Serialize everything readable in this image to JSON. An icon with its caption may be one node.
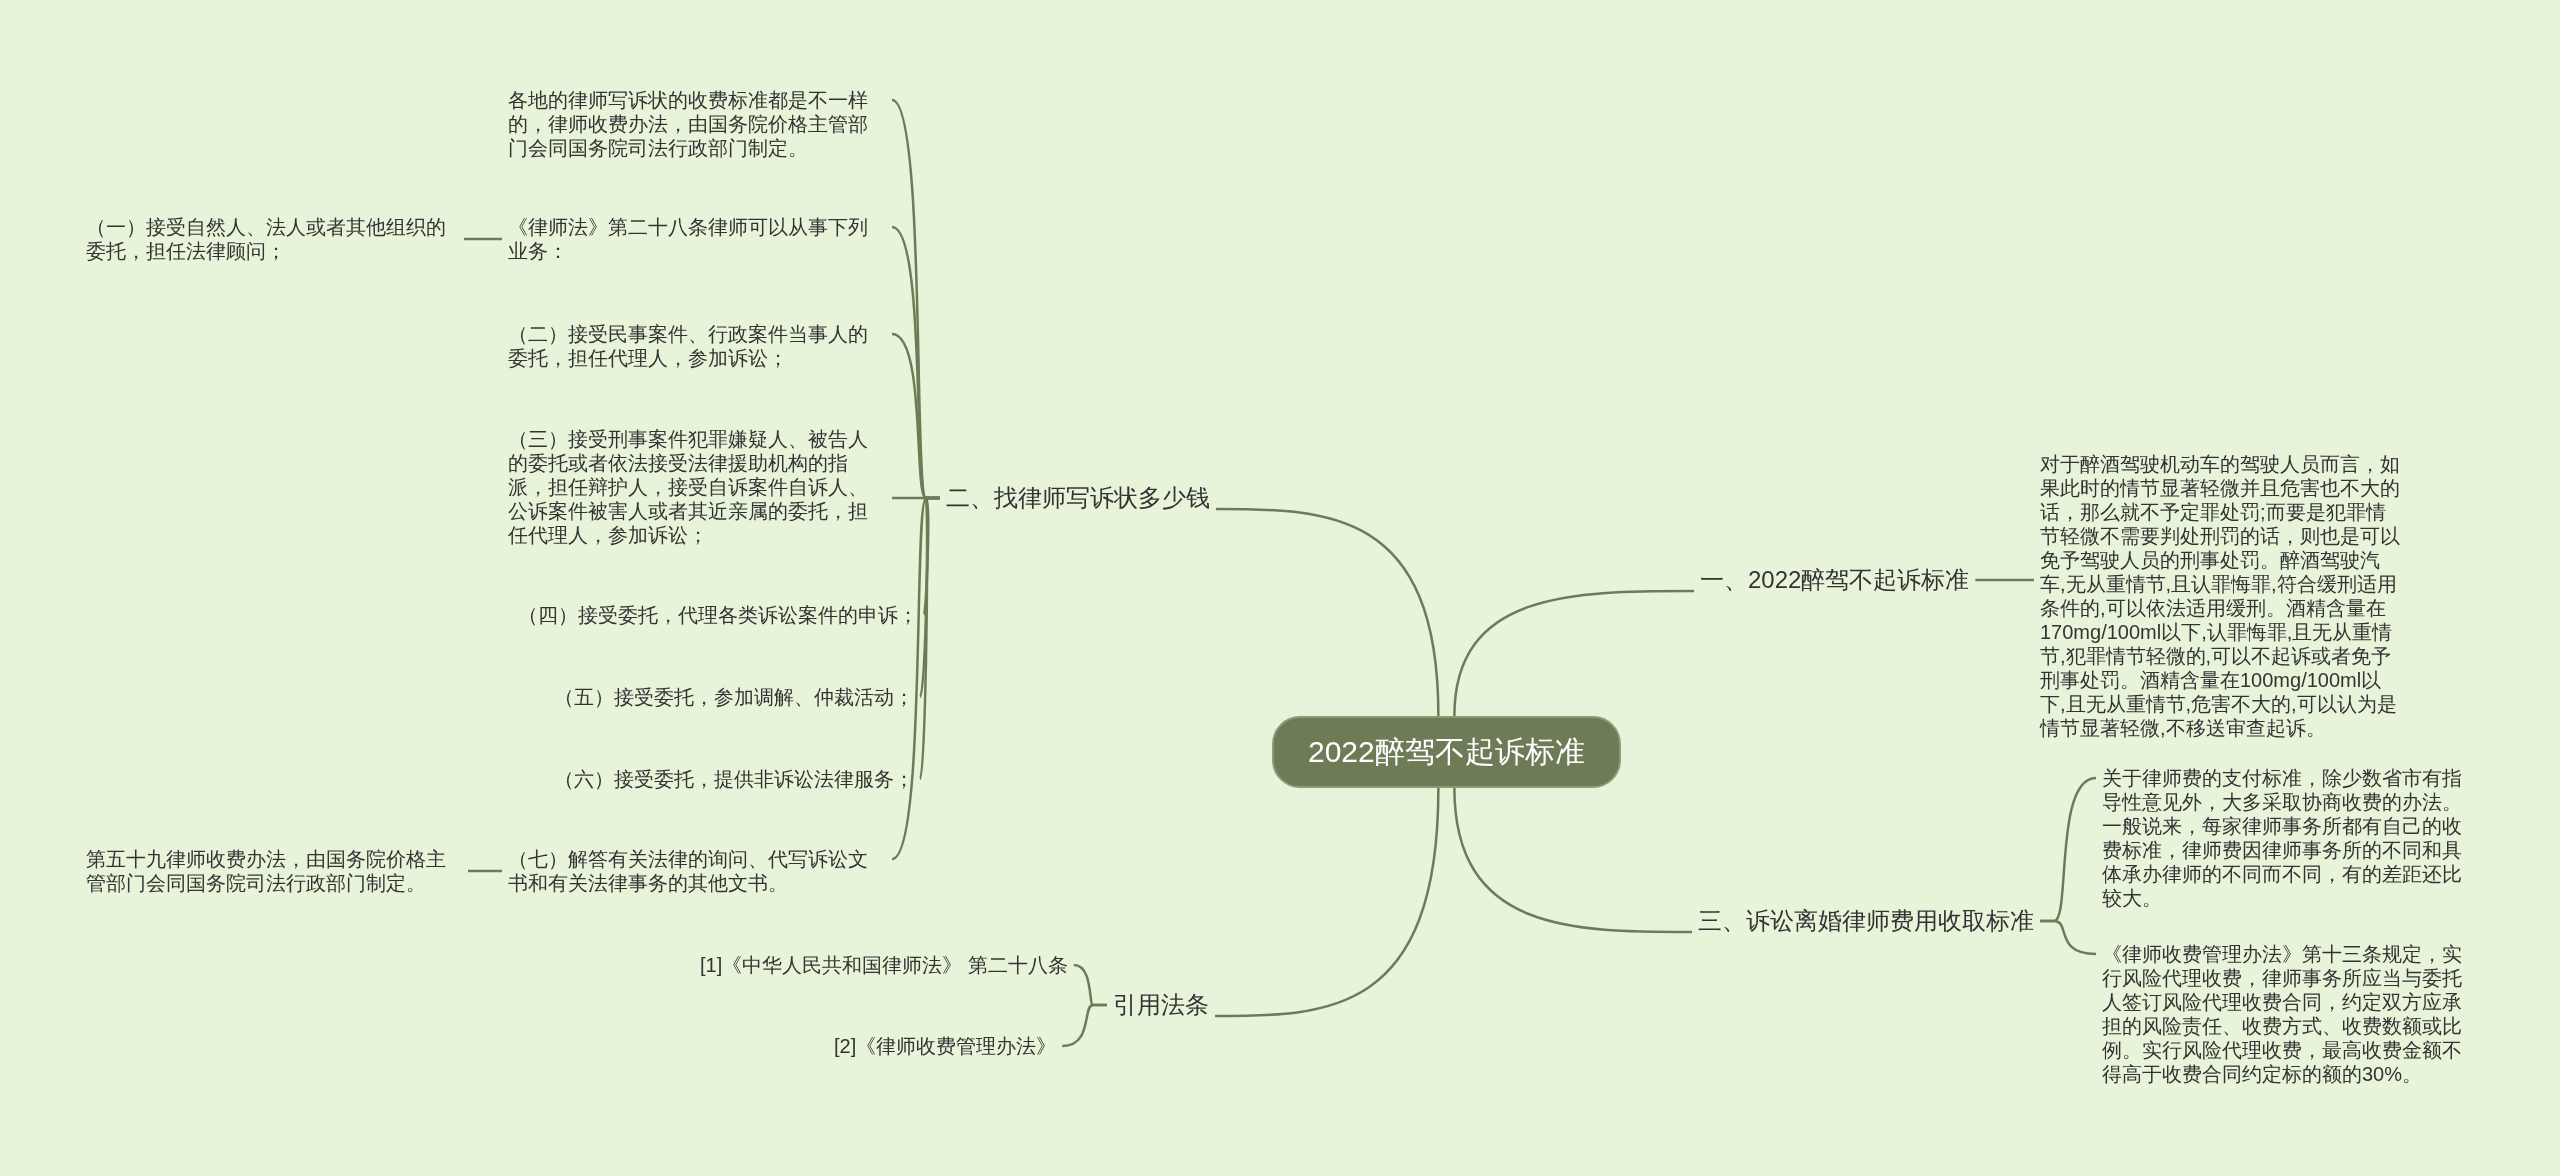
{
  "diagram": {
    "nodes": [
      {
        "text": [
          "2022醉驾不起诉标准"
        ]
      },
      {
        "text": [
          "一、2022醉驾不起诉标准"
        ]
      },
      {
        "text": [
          "对于醉酒驾驶机动车的驾驶人员而言，如果此时的情节显著轻微并且危害也不大的话，那么就不予定罪处罚;而要是犯罪情节轻微不需要判处刑罚的话，则也是可以免予驾驶人员的刑事处罚。醉酒驾驶汽车,无从重情节,且认罪悔罪,符合缓刑适用条件的,可以依法适用缓刑。酒精含量在170mg/100ml以下,认罪悔罪,且无从重情节,犯罪情节轻微的,可以不起诉或者免予刑事处罚。酒精含量在100mg/100ml以下,且无从重情节,危害不大的,可以认为是情节显著轻微,不移送审查起诉。"
        ]
      },
      {
        "text": [
          "二、找律师写诉状多少钱"
        ]
      },
      {
        "text": [
          " 各地的律师写诉状的收费标准都是不一样的，律师收费办法，由国务院价格主管部门会同国务院司法行政部门制定。"
        ]
      },
      {
        "text": [
          "《律师法》第二十八条律师可以从事下列业务："
        ]
      },
      {
        "text": [
          "（一）接受自然人、法人或者其他组织的委托，担任法律顾问；"
        ]
      },
      {
        "text": [
          "（二）接受民事案件、行政案件当事人的委托，担任代理人，参加诉讼；"
        ]
      },
      {
        "text": [
          "（三）接受刑事案件犯罪嫌疑人、被告人的委托或者依法接受法律援助机构的指派，担任辩护人，接受自诉案件自诉人、公诉案件被害人或者其近亲属的委托，担任代理人，参加诉讼；"
        ]
      },
      {
        "text": [
          "（四）接受委托，代理各类诉讼案件的申诉；"
        ]
      },
      {
        "text": [
          "（五）接受委托，参加调解、仲裁活动；"
        ]
      },
      {
        "text": [
          "（六）接受委托，提供非诉讼法律服务；"
        ]
      },
      {
        "text": [
          "（七）解答有关法律的询问、代写诉讼文书和有关法律事务的其他文书。"
        ]
      },
      {
        "text": [
          "第五十九律师收费办法，由国务院价格主管部门会同国务院司法行政部门制定。"
        ]
      },
      {
        "text": [
          "三、诉讼离婚律师费用收取标准"
        ]
      },
      {
        "text": [
          "关于律师费的支付标准，除少数省市有指导性意见外，大多采取协商收费的办法。一般说来，每家律师事务所都有自己的收费标准，律师费因律师事务所的不同和具体承办律师的不同而不同，有的差距还比较大。"
        ]
      },
      {
        "text": [
          "《律师收费管理办法》第十三条规定，实行风险代理收费，律师事务所应当与委托人签订风险代理收费合同，约定双方应承担的风险责任、收费方式、收费数额或比例。实行风险代理收费，最高收费金额不得高于收费合同约定标的额的30%。"
        ]
      },
      {
        "text": [
          "引用法条"
        ]
      },
      {
        "text": [
          "[1]《中华人民共和国律师法》 第二十八条"
        ]
      },
      {
        "text": [
          "[2]《律师收费管理办法》"
        ]
      }
    ],
    "edges": [
      {
        "from": 0,
        "to": 1,
        "arrow": "none"
      },
      {
        "from": 1,
        "to": 2,
        "arrow": "none"
      },
      {
        "from": 0,
        "to": 3,
        "arrow": "none"
      },
      {
        "from": 3,
        "to": 4,
        "arrow": "none"
      },
      {
        "from": 3,
        "to": 5,
        "arrow": "none"
      },
      {
        "from": 5,
        "to": 6,
        "arrow": "none"
      },
      {
        "from": 3,
        "to": 7,
        "arrow": "none"
      },
      {
        "from": 3,
        "to": 8,
        "arrow": "none"
      },
      {
        "from": 3,
        "to": 9,
        "arrow": "none"
      },
      {
        "from": 3,
        "to": 10,
        "arrow": "none"
      },
      {
        "from": 3,
        "to": 11,
        "arrow": "none"
      },
      {
        "from": 3,
        "to": 12,
        "arrow": "none"
      },
      {
        "from": 12,
        "to": 13,
        "arrow": "none"
      },
      {
        "from": 0,
        "to": 14,
        "arrow": "none"
      },
      {
        "from": 14,
        "to": 15,
        "arrow": "none"
      },
      {
        "from": 14,
        "to": 16,
        "arrow": "none"
      },
      {
        "from": 0,
        "to": 17,
        "arrow": "none"
      },
      {
        "from": 17,
        "to": 18,
        "arrow": "none"
      },
      {
        "from": 17,
        "to": 19,
        "arrow": "none"
      }
    ]
  }
}
